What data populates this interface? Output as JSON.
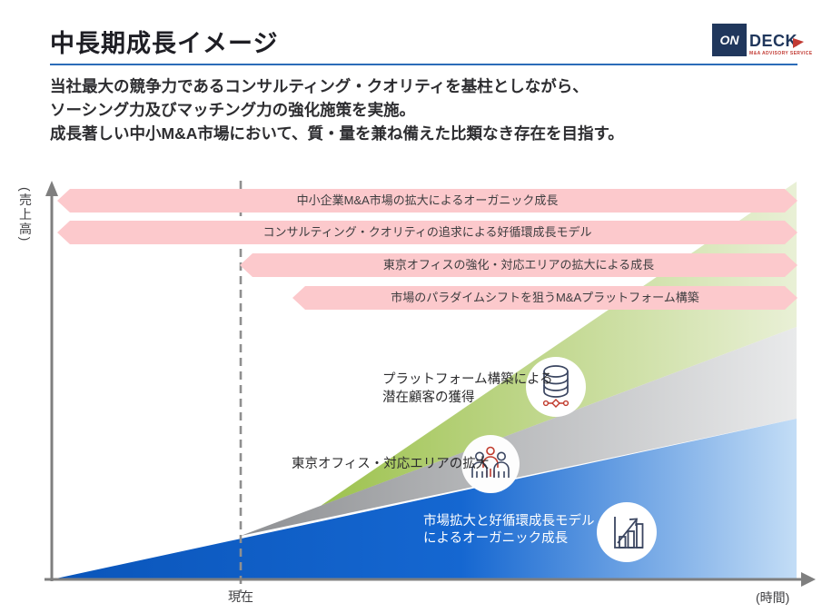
{
  "header": {
    "title": "中長期成長イメージ",
    "logo": {
      "on": "ON",
      "deck": "DECK",
      "tagline": "M&A ADVISORY SERVICE"
    }
  },
  "lead": {
    "line1": "当社最大の競争力であるコンサルティング・クオリティを基柱としながら、",
    "line2": "ソーシング力及びマッチング力の強化施策を実施。",
    "line3": "成長著しい中小M&A市場において、質・量を兼ね備えた比類なき存在を目指す。"
  },
  "diagram": {
    "y_axis_label": "(売上高)",
    "x_axis_label": "(時間)",
    "now_label": "現在",
    "banners": [
      {
        "label": "中小企業M&A市場の拡大によるオーガニック成長"
      },
      {
        "label": "コンサルティング・クオリティの追求による好循環成長モデル"
      },
      {
        "label": "東京オフィスの強化・対応エリアの拡大による成長"
      },
      {
        "label": "市場のパラダイムシフトを狙うM&Aプラットフォーム構築"
      }
    ],
    "wedges": [
      {
        "name": "platform",
        "color": "#9dc24e",
        "icon": "database-icon",
        "label_line1": "プラットフォーム構築による",
        "label_line2": "潜在顧客の獲得"
      },
      {
        "name": "tokyo-office",
        "color": "#97999c",
        "icon": "people-icon",
        "label_line1": "東京オフィス・対応エリアの拡大",
        "label_line2": ""
      },
      {
        "name": "organic-growth",
        "color": "#0e5ec6",
        "icon": "bar-chart-icon",
        "label_line1": "市場拡大と好循環成長モデル",
        "label_line2": "によるオーガニック成長"
      }
    ],
    "colors": {
      "banner_fill": "#fcc9cc",
      "title_rule_blue": "#2b6cb8",
      "axis_gray": "#7f7f7f",
      "logo_navy": "#20375c",
      "logo_red": "#c23b34"
    }
  }
}
